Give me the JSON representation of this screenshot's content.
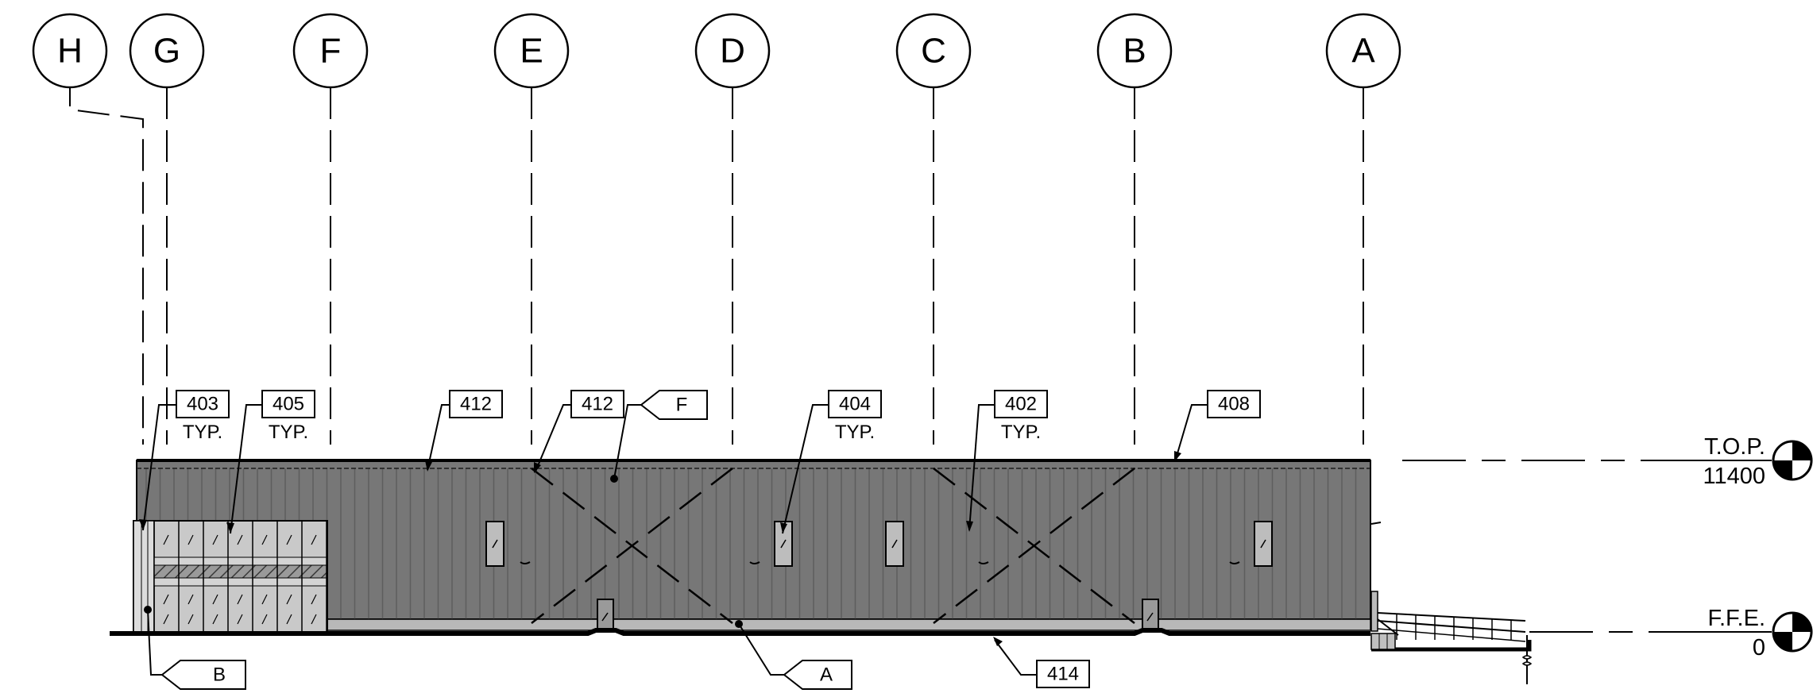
{
  "gridlines": [
    {
      "label": "H"
    },
    {
      "label": "G"
    },
    {
      "label": "F"
    },
    {
      "label": "E"
    },
    {
      "label": "D"
    },
    {
      "label": "C"
    },
    {
      "label": "B"
    },
    {
      "label": "A"
    }
  ],
  "keynotes": [
    {
      "number": "403",
      "note": "TYP."
    },
    {
      "number": "405",
      "note": "TYP."
    },
    {
      "number": "412",
      "note": ""
    },
    {
      "number": "412",
      "note": ""
    },
    {
      "number": "404",
      "note": "TYP."
    },
    {
      "number": "402",
      "note": "TYP."
    },
    {
      "number": "408",
      "note": ""
    },
    {
      "number": "414",
      "note": ""
    }
  ],
  "material_tags": [
    {
      "letter": "F"
    },
    {
      "letter": "B"
    },
    {
      "letter": "A"
    }
  ],
  "levels": [
    {
      "name": "T.O.P.",
      "value": "11400"
    },
    {
      "name": "F.F.E.",
      "value": "0"
    }
  ],
  "colors": {
    "panel": "#777777",
    "panel_rib": "#5e5e5e",
    "base_band": "#b8b8b8",
    "glazing": "#c9c9c9",
    "window": "#bdbdbd",
    "line": "#000000"
  }
}
